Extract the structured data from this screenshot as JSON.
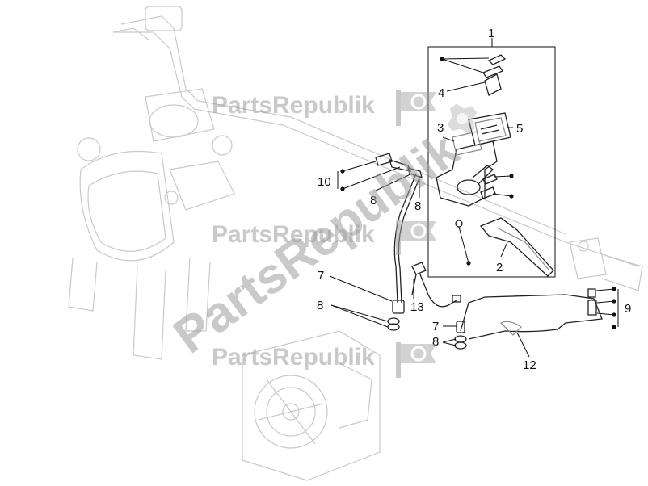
{
  "watermark": {
    "brand": "PartsRepublik"
  },
  "callouts": [
    {
      "id": "1",
      "text": "1"
    },
    {
      "id": "2",
      "text": "2"
    },
    {
      "id": "3",
      "text": "3"
    },
    {
      "id": "4",
      "text": "4"
    },
    {
      "id": "5",
      "text": "5"
    },
    {
      "id": "7a",
      "text": "7"
    },
    {
      "id": "7b",
      "text": "7"
    },
    {
      "id": "8a",
      "text": "8"
    },
    {
      "id": "8b",
      "text": "8"
    },
    {
      "id": "8c",
      "text": "8"
    },
    {
      "id": "8d",
      "text": "8"
    },
    {
      "id": "9",
      "text": "9"
    },
    {
      "id": "10",
      "text": "10"
    },
    {
      "id": "12",
      "text": "12"
    },
    {
      "id": "13",
      "text": "13"
    }
  ],
  "colors": {
    "line": "#111111",
    "part": "#8a8a8a",
    "faded": "#c9c9c9",
    "watermark": "#9c9c9c"
  }
}
